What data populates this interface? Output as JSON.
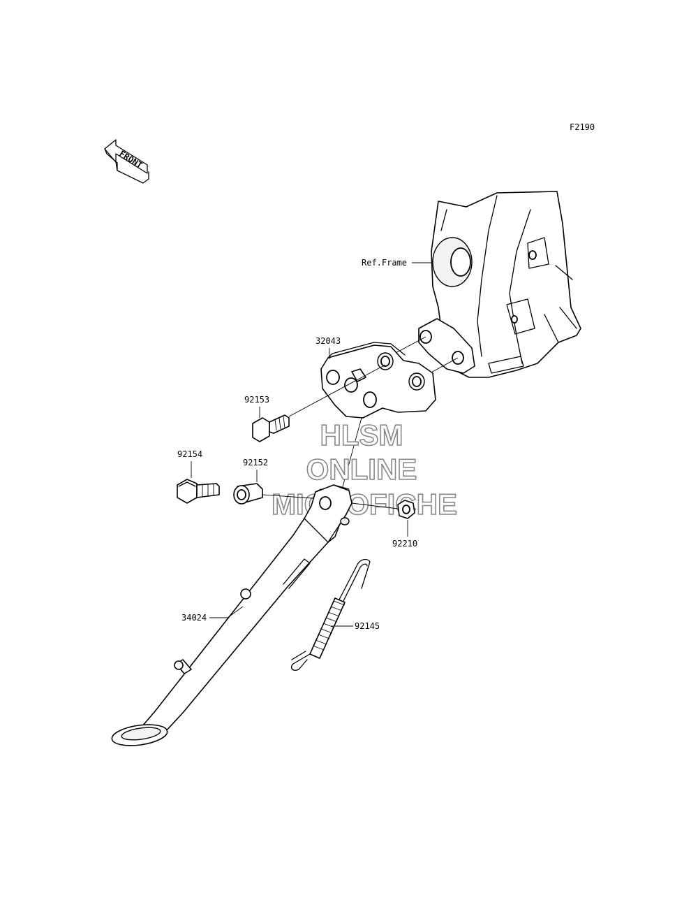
{
  "diagram": {
    "code": "F2190",
    "front_arrow_text": "FRONT",
    "ref_frame_label": "Ref.Frame",
    "parts": [
      {
        "number": "32043"
      },
      {
        "number": "92153"
      },
      {
        "number": "92154"
      },
      {
        "number": "92152"
      },
      {
        "number": "92210"
      },
      {
        "number": "34024"
      },
      {
        "number": "92145"
      }
    ]
  },
  "watermark": {
    "line1": "HLSM",
    "line2": "ONLINE",
    "line3": "MICROFICHE"
  }
}
